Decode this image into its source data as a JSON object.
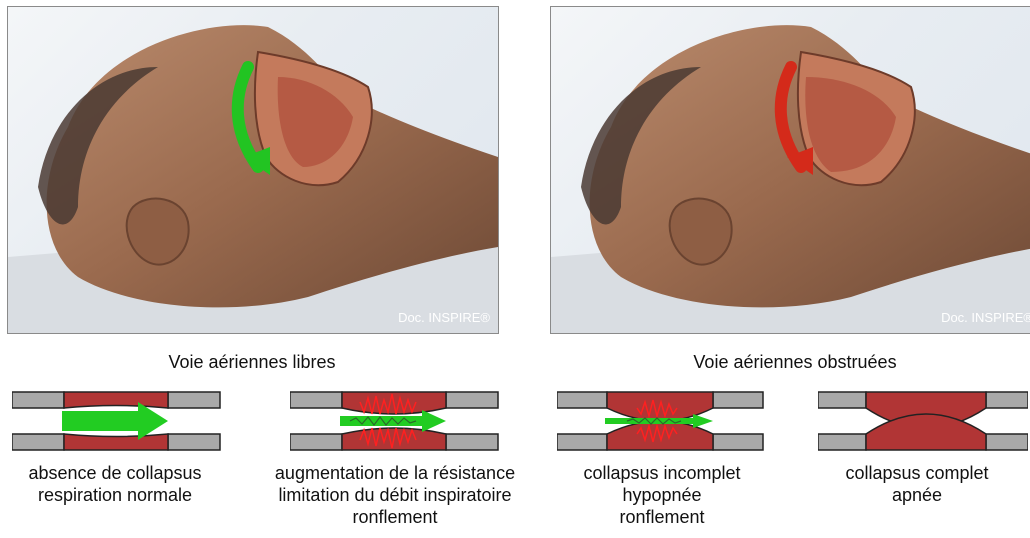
{
  "photos": {
    "left": {
      "credit": "Doc. INSPIRE®",
      "arrow_color": "#22c422"
    },
    "right": {
      "credit": "Doc. INSPIRE®",
      "arrow_color": "#d42a1a"
    }
  },
  "sections": {
    "free": {
      "title": "Voie aériennes libres"
    },
    "obstructed": {
      "title": "Voie aériennes obstruées"
    }
  },
  "panels": [
    {
      "lines": [
        "absence de collapsus",
        "respiration normale"
      ]
    },
    {
      "lines": [
        "augmentation de la résistance",
        "limitation du débit inspiratoire",
        "ronflement"
      ]
    },
    {
      "lines": [
        "collapsus incomplet",
        "hypopnée",
        "ronflement"
      ]
    },
    {
      "lines": [
        "collapsus complet",
        "apnée"
      ]
    }
  ],
  "colors": {
    "tissue": "#b13535",
    "airflow": "#22cc22",
    "vibration": "#ff2020",
    "tube": "#a9a9a9"
  }
}
